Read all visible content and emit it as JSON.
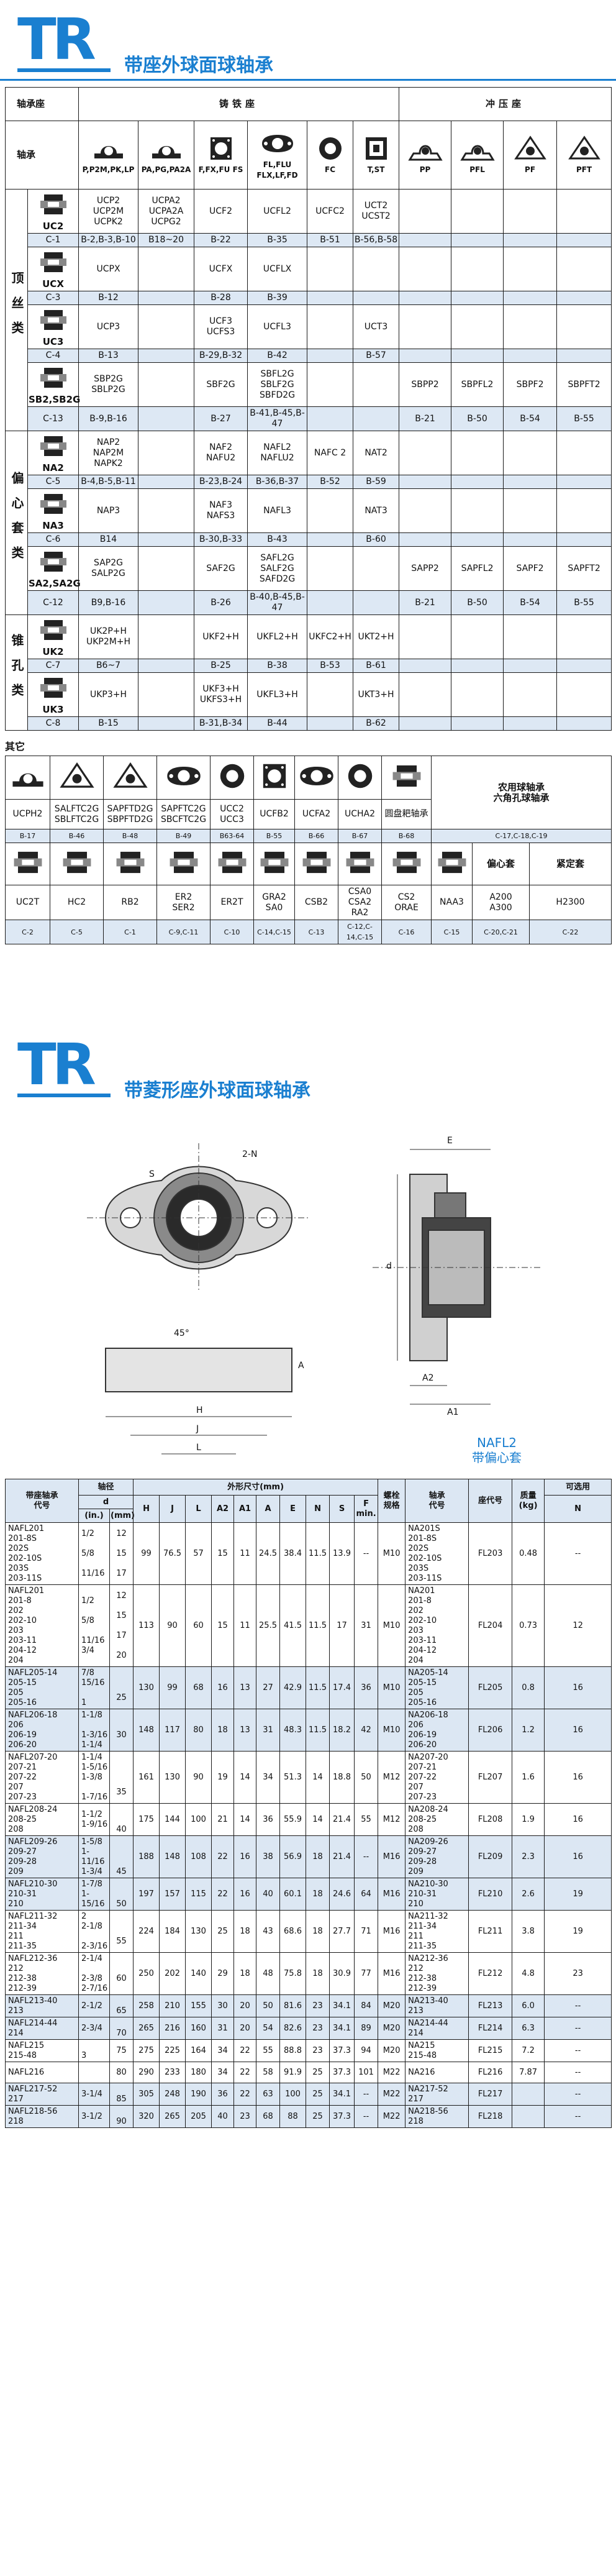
{
  "logo": {
    "t": "T",
    "r": "R"
  },
  "section1": {
    "title": "带座外球面球轴承",
    "corner_top": "轴承座",
    "corner_bottom": "轴承",
    "group_cast": "铸铁座",
    "group_stamp": "冲压座",
    "housing_types": [
      "P,P2M,PK,LP",
      "PA,PG,PA2A",
      "F,FX,FU FS",
      "FL,FLU FLX,LF,FD",
      "FC",
      "T,ST",
      "PP",
      "PFL",
      "PF",
      "PFT"
    ],
    "cat1": "顶丝类",
    "cat2": "偏心套类",
    "cat3": "锥孔类",
    "rows": [
      {
        "code": "UC2",
        "cells": [
          "UCP2\nUCP2M\nUCPK2",
          "UCPA2\nUCPA2A\nUCPG2",
          "UCF2",
          "UCFL2",
          "UCFC2",
          "UCT2\nUCST2",
          "",
          "",
          "",
          ""
        ],
        "sub": "C-1",
        "subs": [
          "B-2,B-3,B-10",
          "B18~20",
          "B-22",
          "B-35",
          "B-51",
          "B-56,B-58",
          "",
          "",
          "",
          ""
        ]
      },
      {
        "code": "UCX",
        "cells": [
          "UCPX",
          "",
          "UCFX",
          "UCFLX",
          "",
          "",
          "",
          "",
          "",
          ""
        ],
        "sub": "C-3",
        "subs": [
          "B-12",
          "",
          "B-28",
          "B-39",
          "",
          "",
          "",
          "",
          "",
          ""
        ]
      },
      {
        "code": "UC3",
        "cells": [
          "UCP3",
          "",
          "UCF3\nUCFS3",
          "UCFL3",
          "",
          "UCT3",
          "",
          "",
          "",
          ""
        ],
        "sub": "C-4",
        "subs": [
          "B-13",
          "",
          "B-29,B-32",
          "B-42",
          "",
          "B-57",
          "",
          "",
          "",
          ""
        ]
      },
      {
        "code": "SB2,SB2G",
        "cells": [
          "SBP2G\nSBLP2G",
          "",
          "SBF2G",
          "SBFL2G\nSBLF2G\nSBFD2G",
          "",
          "",
          "SBPP2",
          "SBPFL2",
          "SBPF2",
          "SBPFT2"
        ],
        "sub": "C-13",
        "subs": [
          "B-9,B-16",
          "",
          "B-27",
          "B-41,B-45,B-47",
          "",
          "",
          "B-21",
          "B-50",
          "B-54",
          "B-55"
        ]
      },
      {
        "code": "NA2",
        "cells": [
          "NAP2\nNAP2M\nNAPK2",
          "",
          "NAF2\nNAFU2",
          "NAFL2\nNAFLU2",
          "NAFC 2",
          "NAT2",
          "",
          "",
          "",
          ""
        ],
        "sub": "C-5",
        "subs": [
          "B-4,B-5,B-11",
          "",
          "B-23,B-24",
          "B-36,B-37",
          "B-52",
          "B-59",
          "",
          "",
          "",
          ""
        ]
      },
      {
        "code": "NA3",
        "cells": [
          "NAP3",
          "",
          "NAF3\nNAFS3",
          "NAFL3",
          "",
          "NAT3",
          "",
          "",
          "",
          ""
        ],
        "sub": "C-6",
        "subs": [
          "B14",
          "",
          "B-30,B-33",
          "B-43",
          "",
          "B-60",
          "",
          "",
          "",
          ""
        ]
      },
      {
        "code": "SA2,SA2G",
        "cells": [
          "SAP2G\nSALP2G",
          "",
          "SAF2G",
          "SAFL2G\nSALF2G\nSAFD2G",
          "",
          "",
          "SAPP2",
          "SAPFL2",
          "SAPF2",
          "SAPFT2"
        ],
        "sub": "C-12",
        "subs": [
          "B9,B-16",
          "",
          "B-26",
          "B-40,B-45,B-47",
          "",
          "",
          "B-21",
          "B-50",
          "B-54",
          "B-55"
        ]
      },
      {
        "code": "UK2",
        "cells": [
          "UK2P+H\nUKP2M+H",
          "",
          "UKF2+H",
          "UKFL2+H",
          "UKFC2+H",
          "UKT2+H",
          "",
          "",
          "",
          ""
        ],
        "sub": "C-7",
        "subs": [
          "B6~7",
          "",
          "B-25",
          "B-38",
          "B-53",
          "B-61",
          "",
          "",
          "",
          ""
        ]
      },
      {
        "code": "UK3",
        "cells": [
          "UKP3+H",
          "",
          "UKF3+H\nUKFS3+H",
          "UKFL3+H",
          "",
          "UKT3+H",
          "",
          "",
          "",
          ""
        ],
        "sub": "C-8",
        "subs": [
          "B-15",
          "",
          "B-31,B-34",
          "B-44",
          "",
          "B-62",
          "",
          "",
          "",
          ""
        ]
      }
    ]
  },
  "misc": {
    "title": "其它",
    "row1": [
      "UCPH2",
      "SALFTC2G\nSBLFTC2G",
      "SAPFTD2G\nSBPFTD2G",
      "SAPFTC2G\nSBCFTC2G",
      "UCC2\nUCC3",
      "UCFB2",
      "UCFA2",
      "UCHA2",
      "圆盘耙轴承"
    ],
    "row1_right": "农用球轴承\n六角孔球轴承",
    "row1_codes": [
      "B-17",
      "B-46",
      "B-48",
      "B-49",
      "B63-64",
      "B-55",
      "B-66",
      "B-67",
      "B-68",
      "C-17,C-18,C-19"
    ],
    "row2": [
      "UC2T",
      "HC2",
      "RB2",
      "ER2\nSER2",
      "ER2T",
      "GRA2\nSA0",
      "CSB2",
      "CSA0\nCSA2\nRA2",
      "CS2\nORAE",
      "NAA3"
    ],
    "row2_right_top": "偏心套",
    "row2_right_a": "A200\nA300",
    "row2_right_b": "紧定套",
    "row2_right_c": "H2300",
    "row2_codes": [
      "C-2",
      "C-5",
      "C-1",
      "C-9,C-11",
      "C-10",
      "C-14,C-15",
      "C-13",
      "C-12,C-14,C-15",
      "C-16",
      "C-15",
      "C-20,C-21",
      "C-22"
    ]
  },
  "section2": {
    "title": "带菱形座外球面球轴承",
    "caption_l1": "NAFL2",
    "caption_l2": "带偏心套",
    "dim_labels": {
      "s": "S",
      "n": "2-N",
      "a": "A",
      "h": "H",
      "j": "J",
      "l": "L",
      "d": "d",
      "e": "E",
      "a2": "A2",
      "a1": "A1",
      "deg": "45°"
    },
    "head": {
      "code": "带座轴承\n代号",
      "shaft": "轴径",
      "d": "d",
      "in": "(in.)",
      "mm": "(mm)",
      "dims": "外形尺寸(mm)",
      "cols": [
        "H",
        "J",
        "L",
        "A2",
        "A1",
        "A",
        "E",
        "N",
        "S",
        "F\nmin."
      ],
      "bolt": "螺栓\n规格",
      "bearing": "轴承\n代号",
      "seat": "座代号",
      "weight": "质量\n(kg)",
      "opt": "可选用",
      "optn": "N"
    },
    "rows": [
      {
        "code": "NAFL201\n201-8S\n202S\n202-10S\n203S\n203-11S",
        "inch": "1/2\n\n5/8\n\n11/16",
        "mm": "12\n\n15\n\n17",
        "v": [
          "99",
          "76.5",
          "57",
          "15",
          "11",
          "24.5",
          "38.4",
          "11.5",
          "13.9",
          "--"
        ],
        "bolt": "M10",
        "bearing": "NA201S\n201-8S\n202S\n202-10S\n203S\n203-11S",
        "seat": "FL203",
        "weight": "0.48",
        "n": "--"
      },
      {
        "code": "NAFL201\n201-8\n202\n202-10\n203\n203-11\n204-12\n204",
        "inch": "1/2\n\n5/8\n\n11/16\n3/4",
        "mm": "12\n\n15\n\n17\n\n20",
        "v": [
          "113",
          "90",
          "60",
          "15",
          "11",
          "25.5",
          "41.5",
          "11.5",
          "17",
          "31"
        ],
        "bolt": "M10",
        "bearing": "NA201\n201-8\n202\n202-10\n203\n203-11\n204-12\n204",
        "seat": "FL204",
        "weight": "0.73",
        "n": "12"
      },
      {
        "code": "NAFL205-14\n205-15\n205\n205-16",
        "inch": "7/8\n15/16\n\n1",
        "mm": "\n\n25",
        "v": [
          "130",
          "99",
          "68",
          "16",
          "13",
          "27",
          "42.9",
          "11.5",
          "17.4",
          "36"
        ],
        "bolt": "M10",
        "bearing": "NA205-14\n205-15\n205\n205-16",
        "seat": "FL205",
        "weight": "0.8",
        "n": "16"
      },
      {
        "code": "NAFL206-18\n206\n206-19\n206-20",
        "inch": "1-1/8\n\n1-3/16\n1-1/4",
        "mm": "\n30\n",
        "v": [
          "148",
          "117",
          "80",
          "18",
          "13",
          "31",
          "48.3",
          "11.5",
          "18.2",
          "42"
        ],
        "bolt": "M10",
        "bearing": "NA206-18\n206\n206-19\n206-20",
        "seat": "FL206",
        "weight": "1.2",
        "n": "16"
      },
      {
        "code": "NAFL207-20\n207-21\n207-22\n207\n207-23",
        "inch": "1-1/4\n1-5/16\n1-3/8\n\n1-7/16",
        "mm": "\n\n\n35",
        "v": [
          "161",
          "130",
          "90",
          "19",
          "14",
          "34",
          "51.3",
          "14",
          "18.8",
          "50"
        ],
        "bolt": "M12",
        "bearing": "NA207-20\n207-21\n207-22\n207\n207-23",
        "seat": "FL207",
        "weight": "1.6",
        "n": "16"
      },
      {
        "code": "NAFL208-24\n208-25\n208",
        "inch": "1-1/2\n1-9/16",
        "mm": "\n\n40",
        "v": [
          "175",
          "144",
          "100",
          "21",
          "14",
          "36",
          "55.9",
          "14",
          "21.4",
          "55"
        ],
        "bolt": "M12",
        "bearing": "NA208-24\n208-25\n208",
        "seat": "FL208",
        "weight": "1.9",
        "n": "16"
      },
      {
        "code": "NAFL209-26\n209-27\n209-28\n209",
        "inch": "1-5/8\n1-11/16\n1-3/4",
        "mm": "\n\n\n45",
        "v": [
          "188",
          "148",
          "108",
          "22",
          "16",
          "38",
          "56.9",
          "18",
          "21.4",
          "--"
        ],
        "bolt": "M16",
        "bearing": "NA209-26\n209-27\n209-28\n209",
        "seat": "FL209",
        "weight": "2.3",
        "n": "16"
      },
      {
        "code": "NAFL210-30\n210-31\n210",
        "inch": "1-7/8\n1-15/16",
        "mm": "\n\n50",
        "v": [
          "197",
          "157",
          "115",
          "22",
          "16",
          "40",
          "60.1",
          "18",
          "24.6",
          "64"
        ],
        "bolt": "M16",
        "bearing": "NA210-30\n210-31\n210",
        "seat": "FL210",
        "weight": "2.6",
        "n": "19"
      },
      {
        "code": "NAFL211-32\n211-34\n211\n211-35",
        "inch": "2\n2-1/8\n\n2-3/16",
        "mm": "\n\n55",
        "v": [
          "224",
          "184",
          "130",
          "25",
          "18",
          "43",
          "68.6",
          "18",
          "27.7",
          "71"
        ],
        "bolt": "M16",
        "bearing": "NA211-32\n211-34\n211\n211-35",
        "seat": "FL211",
        "weight": "3.8",
        "n": "19"
      },
      {
        "code": "NAFL212-36\n212\n212-38\n212-39",
        "inch": "2-1/4\n\n2-3/8\n2-7/16",
        "mm": "\n60\n",
        "v": [
          "250",
          "202",
          "140",
          "29",
          "18",
          "48",
          "75.8",
          "18",
          "30.9",
          "77"
        ],
        "bolt": "M16",
        "bearing": "NA212-36\n212\n212-38\n212-39",
        "seat": "FL212",
        "weight": "4.8",
        "n": "23"
      },
      {
        "code": "NAFL213-40\n213",
        "inch": "2-1/2",
        "mm": "\n65",
        "v": [
          "258",
          "210",
          "155",
          "30",
          "20",
          "50",
          "81.6",
          "23",
          "34.1",
          "84"
        ],
        "bolt": "M20",
        "bearing": "NA213-40\n213",
        "seat": "FL213",
        "weight": "6.0",
        "n": "--"
      },
      {
        "code": "NAFL214-44\n214",
        "inch": "2-3/4",
        "mm": "\n70",
        "v": [
          "265",
          "216",
          "160",
          "31",
          "20",
          "54",
          "82.6",
          "23",
          "34.1",
          "89"
        ],
        "bolt": "M20",
        "bearing": "NA214-44\n214",
        "seat": "FL214",
        "weight": "6.3",
        "n": "--"
      },
      {
        "code": "NAFL215\n215-48",
        "inch": "\n3",
        "mm": "75",
        "v": [
          "275",
          "225",
          "164",
          "34",
          "22",
          "55",
          "88.8",
          "23",
          "37.3",
          "94"
        ],
        "bolt": "M20",
        "bearing": "NA215\n215-48",
        "seat": "FL215",
        "weight": "7.2",
        "n": "--"
      },
      {
        "code": "NAFL216",
        "inch": "",
        "mm": "80",
        "v": [
          "290",
          "233",
          "180",
          "34",
          "22",
          "58",
          "91.9",
          "25",
          "37.3",
          "101"
        ],
        "bolt": "M22",
        "bearing": "NA216",
        "seat": "FL216",
        "weight": "7.87",
        "n": "--"
      },
      {
        "code": "NAFL217-52\n217",
        "inch": "3-1/4",
        "mm": "\n85",
        "v": [
          "305",
          "248",
          "190",
          "36",
          "22",
          "63",
          "100",
          "25",
          "34.1",
          "--"
        ],
        "bolt": "M22",
        "bearing": "NA217-52\n217",
        "seat": "FL217",
        "weight": "",
        "n": "--"
      },
      {
        "code": "NAFL218-56\n218",
        "inch": "3-1/2",
        "mm": "\n90",
        "v": [
          "320",
          "265",
          "205",
          "40",
          "23",
          "68",
          "88",
          "25",
          "37.3",
          "--"
        ],
        "bolt": "M22",
        "bearing": "NA218-56\n218",
        "seat": "FL218",
        "weight": "",
        "n": "--"
      }
    ]
  },
  "colors": {
    "brand": "#1a7fd0",
    "band": "#dce7f3"
  }
}
